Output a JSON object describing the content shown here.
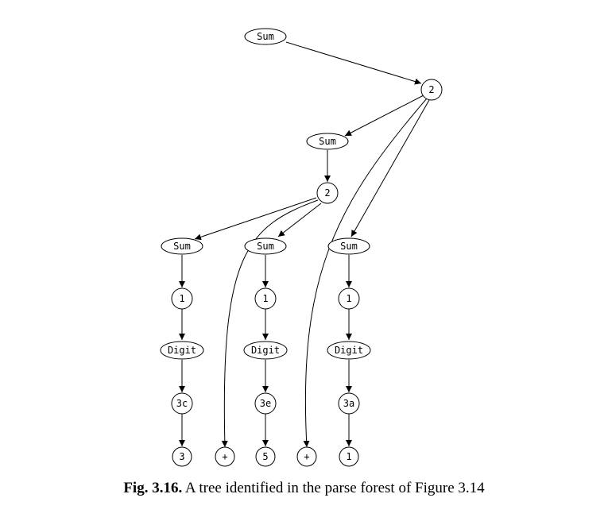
{
  "nodes": {
    "sum_root": "Sum",
    "alt_top": "2",
    "sum_mid": "Sum",
    "alt_mid": "2",
    "sum_l": "Sum",
    "sum_c": "Sum",
    "sum_r": "Sum",
    "alt_l": "1",
    "alt_c": "1",
    "alt_r": "1",
    "digit_l": "Digit",
    "digit_c": "Digit",
    "digit_r": "Digit",
    "alt_3c": "3c",
    "alt_3e": "3e",
    "alt_3a": "3a",
    "leaf_3": "3",
    "leaf_plus1": "+",
    "leaf_5": "5",
    "leaf_plus2": "+",
    "leaf_1": "1"
  },
  "caption": {
    "label": "Fig. 3.16.",
    "text": "A tree identified in the parse forest of Figure 3.14"
  }
}
